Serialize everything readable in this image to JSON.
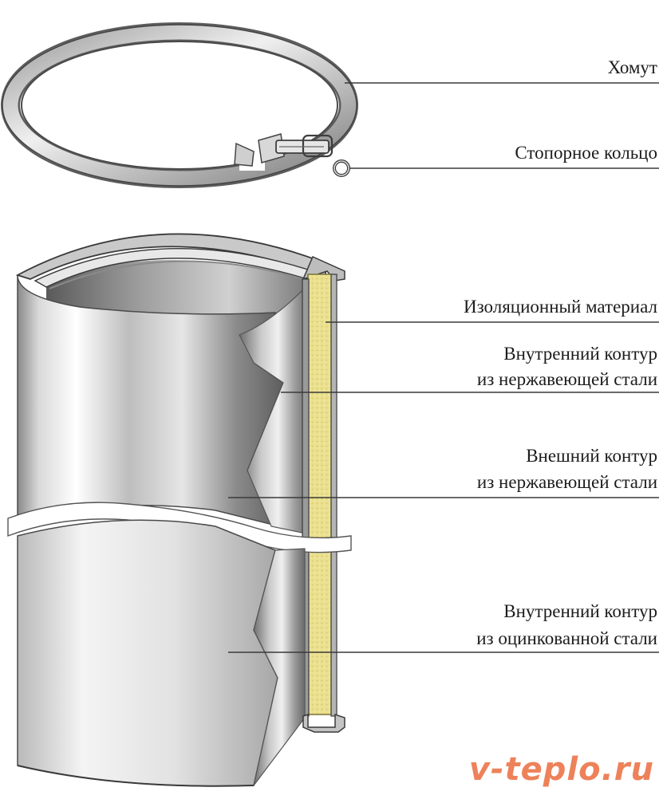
{
  "labels": {
    "clamp": "Хомут",
    "lock_ring": "Стопорное кольцо",
    "insulation": "Изоляционный материал",
    "inner_steel_1": "Внутренний контур",
    "inner_steel_2": "из нержавеющей стали",
    "outer_steel_1": "Внешний контур",
    "outer_steel_2": "из нержавеющей стали",
    "inner_galv_1": "Внутренний контур",
    "inner_galv_2": "из оцинкованной стали"
  },
  "watermark": "v-teplo.ru",
  "colors": {
    "line": "#3a3a3a",
    "insulation": "#e9dd8e",
    "steel_light": "#f2f2f2",
    "steel_dark": "#7d7d7d",
    "watermark": "#e8602c"
  }
}
